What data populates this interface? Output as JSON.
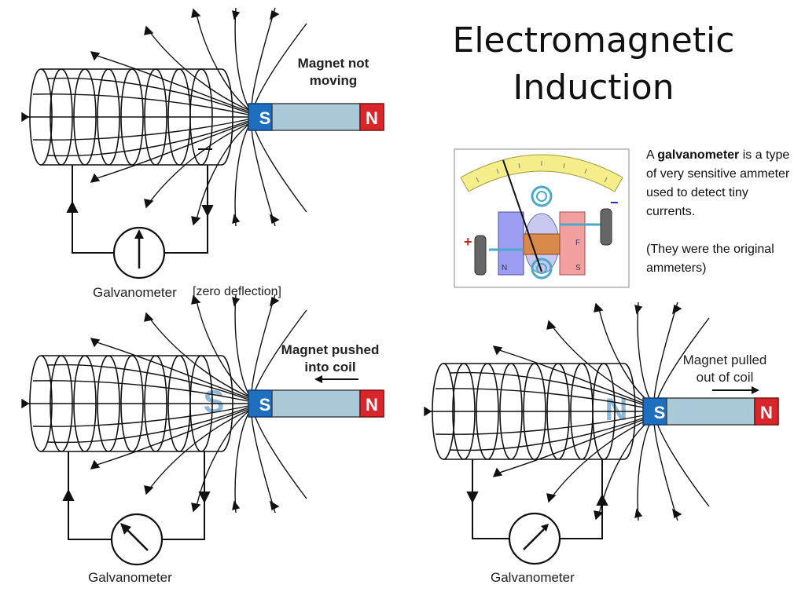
{
  "slide": {
    "title_line1": "Electromagnetic",
    "title_line2": "Induction",
    "desc": {
      "pre": "A ",
      "bold": "galvanometer",
      "post": " is a type of very sensitive ammeter used to detect tiny currents.",
      "note": "(They were the original ammeters)"
    }
  },
  "panels": [
    {
      "caption_line1": "Magnet not",
      "caption_line2": "moving",
      "galvanometer_label": "Galvanometer",
      "deflection_label": "[zero deflection]",
      "pole_s": "S",
      "pole_n": "N",
      "induced_pole": "",
      "needle": "zero"
    },
    {
      "caption_line1": "Magnet pushed",
      "caption_line2": "into coil",
      "galvanometer_label": "Galvanometer",
      "pole_s": "S",
      "pole_n": "N",
      "induced_pole": "S",
      "needle": "left"
    },
    {
      "caption_line1": "Magnet pulled",
      "caption_line2": "out of coil",
      "galvanometer_label": "Galvanometer",
      "pole_s": "S",
      "pole_n": "N",
      "induced_pole": "N",
      "needle": "right"
    }
  ],
  "meter_diagram": {
    "plus": "+",
    "minus": "−",
    "pole_n": "N",
    "pole_s": "S",
    "spring_label": "F"
  },
  "colors": {
    "magnet_s": "#1f6fc1",
    "magnet_body": "#a9c8d8",
    "magnet_n": "#d9262a",
    "induced_pole": "#8fb8d8",
    "meter_scale": "#f6ee8a",
    "meter_pole_n": "#9c9cf0",
    "meter_pole_s": "#f2a0a0"
  }
}
